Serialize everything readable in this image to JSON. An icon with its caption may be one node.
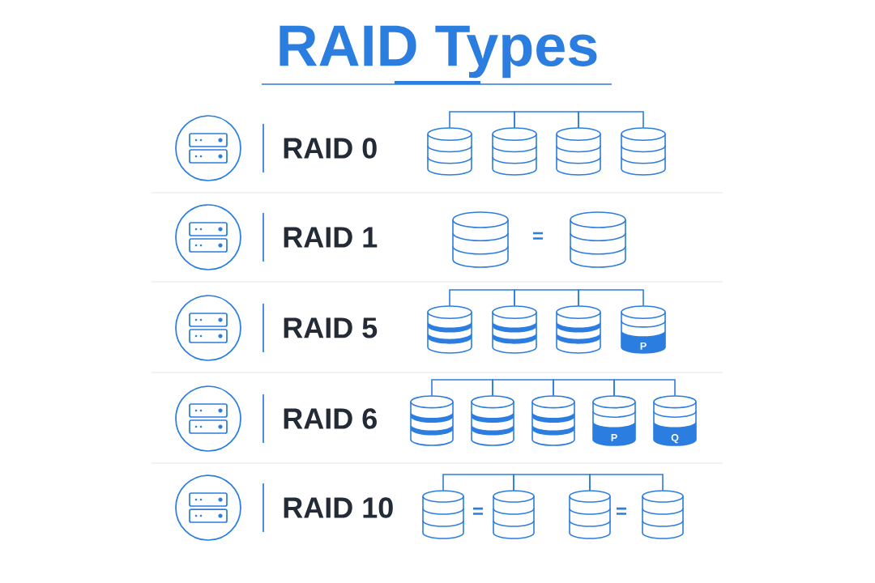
{
  "diagram": {
    "title": "RAID Types",
    "nodes": [
      {
        "text": [],
        "shape": "cylinder"
      },
      {
        "text": [],
        "shape": "cylinder"
      },
      {
        "text": [],
        "shape": "cylinder"
      },
      {
        "text": [],
        "shape": "cylinder"
      },
      {
        "text": [],
        "shape": "cylinder"
      },
      {
        "text": [],
        "shape": "cylinder"
      },
      {
        "text": [],
        "shape": "cylinder"
      },
      {
        "text": [],
        "shape": "cylinder"
      },
      {
        "text": [],
        "shape": "cylinder"
      },
      {
        "text": [
          "P"
        ]
      },
      {
        "text": [],
        "shape": "cylinder"
      },
      {
        "text": [],
        "shape": "cylinder"
      },
      {
        "text": [],
        "shape": "cylinder"
      },
      {
        "text": [
          "P"
        ]
      },
      {
        "text": [
          "Q"
        ]
      },
      {
        "text": [],
        "shape": "cylinder"
      },
      {
        "text": [],
        "shape": "cylinder"
      },
      {
        "text": [],
        "shape": "cylinder"
      },
      {
        "text": [],
        "shape": "cylinder"
      }
    ],
    "edges": [
      {
        "from": 0,
        "to": 1,
        "arrow": "none"
      },
      {
        "from": 1,
        "to": 2,
        "arrow": "none"
      },
      {
        "from": 2,
        "to": 3,
        "arrow": "none"
      },
      {
        "from": 6,
        "to": 7,
        "arrow": "none"
      },
      {
        "from": 7,
        "to": 8,
        "arrow": "none"
      },
      {
        "from": 8,
        "to": 9,
        "arrow": "none"
      },
      {
        "from": 10,
        "to": 11,
        "arrow": "none"
      },
      {
        "from": 11,
        "to": 12,
        "arrow": "none"
      },
      {
        "from": 12,
        "to": 13,
        "arrow": "none"
      },
      {
        "from": 13,
        "to": 14,
        "arrow": "none"
      },
      {
        "from": 15,
        "to": 16,
        "arrow": "none"
      },
      {
        "from": 16,
        "to": 17,
        "arrow": "none"
      },
      {
        "from": 17,
        "to": 18,
        "arrow": "none"
      }
    ],
    "labels": [
      "RAID 0",
      "RAID 1",
      "=",
      "RAID 5",
      "RAID 6",
      "RAID 10",
      "=",
      "="
    ]
  }
}
